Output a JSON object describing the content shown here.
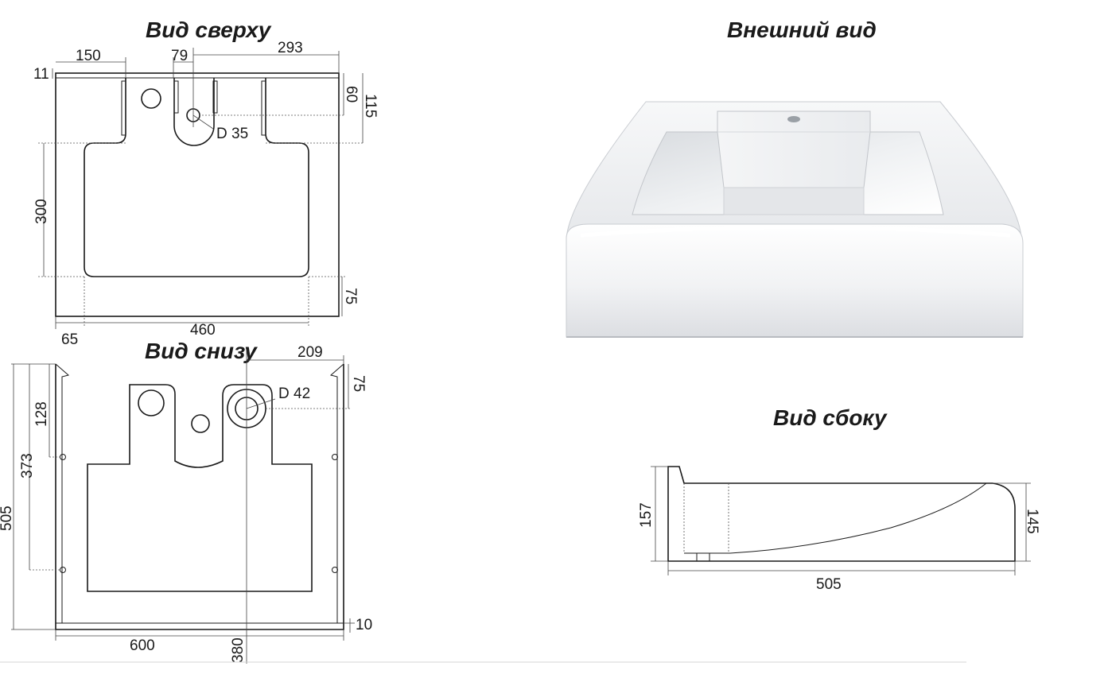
{
  "titles": {
    "top": "Вид сверху",
    "bottom": "Вид снизу",
    "exterior": "Внешний вид",
    "side": "Вид сбоку"
  },
  "top_view": {
    "dims": {
      "d150": "150",
      "d79": "79",
      "d293": "293",
      "d11": "11",
      "d60": "60",
      "d115": "115",
      "hole": "D 35",
      "d300": "300",
      "d75": "75",
      "d65": "65",
      "d460": "460"
    }
  },
  "bottom_view": {
    "dims": {
      "d209": "209",
      "d75": "75",
      "hole": "D 42",
      "d128": "128",
      "d373": "373",
      "d505": "505",
      "d10": "10",
      "d600": "600",
      "d380": "380"
    }
  },
  "side_view": {
    "dims": {
      "d157": "157",
      "d145": "145",
      "d505": "505"
    }
  }
}
